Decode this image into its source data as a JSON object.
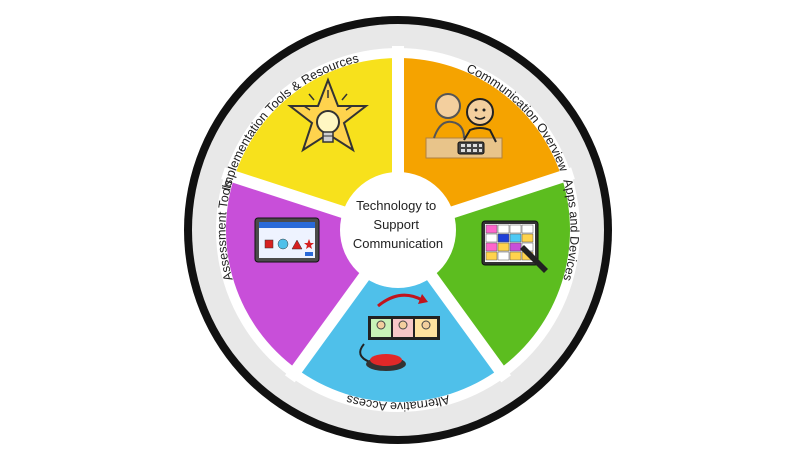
{
  "center": {
    "lines": [
      "Technology to",
      "Support",
      "Communication"
    ]
  },
  "segments": [
    {
      "id": "communication-overview",
      "label": "Communication Overview",
      "color": "#f5a300",
      "icon": "two-people-with-communication-board-icon"
    },
    {
      "id": "apps-and-devices",
      "label": "Apps and Devices",
      "color": "#5cbd1f",
      "icon": "tablet-with-symbol-grid-icon"
    },
    {
      "id": "alternative-access",
      "label": "Alternative Access",
      "color": "#4fc0ea",
      "icon": "switch-button-with-symbol-strip-icon"
    },
    {
      "id": "assessment-tools",
      "label": "Assessment Tools",
      "color": "#c84fd9",
      "icon": "tablet-with-shapes-icon"
    },
    {
      "id": "implementation-tools",
      "label": "Implementation Tools & Resources",
      "color": "#f7e11c",
      "icon": "lightbulb-star-icon"
    }
  ],
  "colors": {
    "outer_ring": "#111111",
    "label_band": "#e8e8e8",
    "gap": "#ffffff",
    "center": "#ffffff"
  }
}
